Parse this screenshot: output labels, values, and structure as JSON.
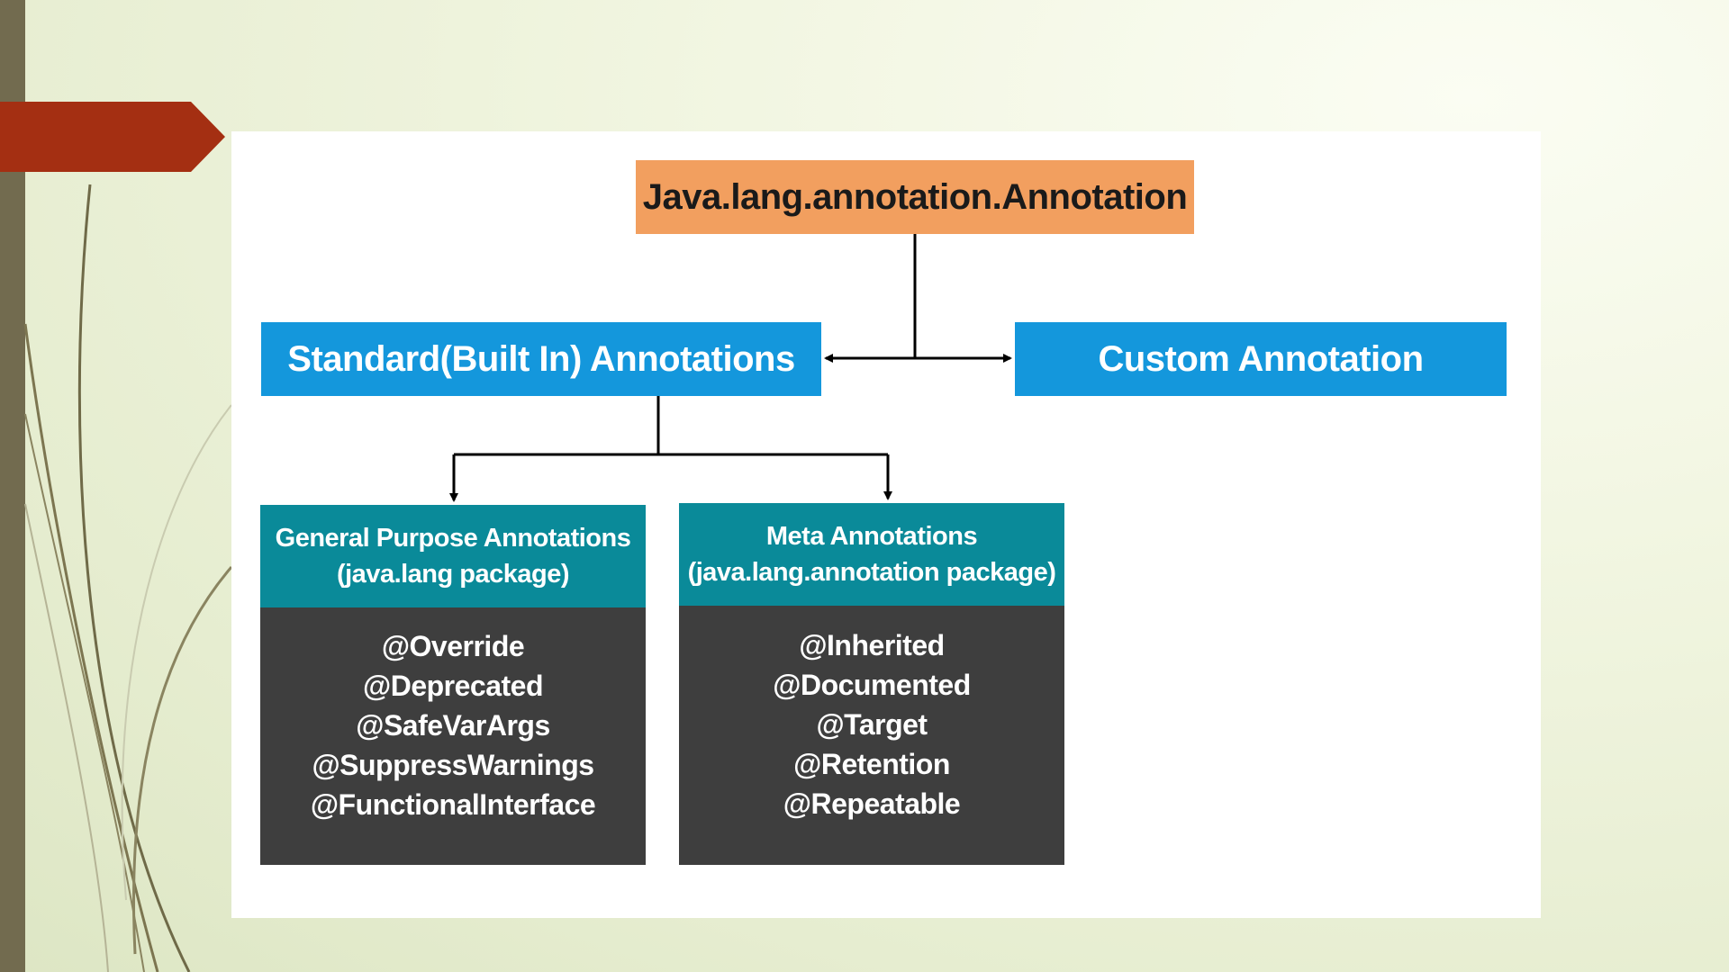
{
  "diagram": {
    "root": {
      "label": "Java.lang.annotation.Annotation"
    },
    "standard": {
      "label": "Standard(Built In) Annotations"
    },
    "custom": {
      "label": "Custom Annotation"
    },
    "general_purpose": {
      "title_line1": "General Purpose Annotations",
      "title_line2": "(java.lang package)",
      "items": [
        "@Override",
        "@Deprecated",
        "@SafeVarArgs",
        "@SuppressWarnings",
        "@FunctionalInterface"
      ]
    },
    "meta": {
      "title_line1": "Meta Annotations",
      "title_line2": "(java.lang.annotation package)",
      "items": [
        "@Inherited",
        "@Documented",
        "@Target",
        "@Retention",
        "@Repeatable"
      ]
    }
  },
  "colors": {
    "root_box": "#f29f5f",
    "blue_box": "#1497dc",
    "teal_header": "#0a8a99",
    "dark_body": "#3e3e3e",
    "red_arrow": "#a42f12",
    "left_bar": "#726b4f"
  }
}
